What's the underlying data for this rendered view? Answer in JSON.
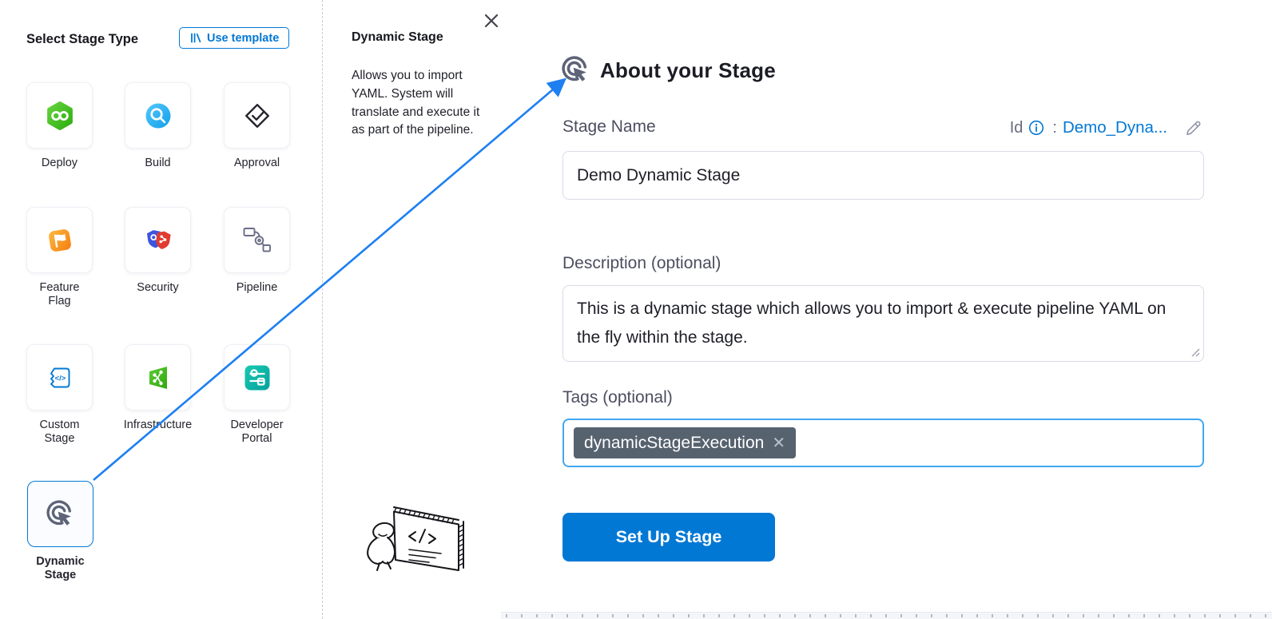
{
  "left_panel": {
    "title": "Select Stage Type",
    "use_template_label": "Use template",
    "stages": [
      {
        "id": "deploy",
        "label": "Deploy"
      },
      {
        "id": "build",
        "label": "Build"
      },
      {
        "id": "approval",
        "label": "Approval"
      },
      {
        "id": "feature-flag",
        "label": "Feature\nFlag"
      },
      {
        "id": "security",
        "label": "Security"
      },
      {
        "id": "pipeline",
        "label": "Pipeline"
      },
      {
        "id": "custom-stage",
        "label": "Custom\nStage"
      },
      {
        "id": "infrastructure",
        "label": "Infrastructure"
      },
      {
        "id": "developer-portal",
        "label": "Developer\nPortal"
      },
      {
        "id": "dynamic-stage",
        "label": "Dynamic\nStage",
        "selected": true
      }
    ]
  },
  "info_panel": {
    "title": "Dynamic Stage",
    "description": "Allows you to import YAML. System will translate and execute it as part of the pipeline."
  },
  "about_form": {
    "heading": "About your Stage",
    "id_label": "Id",
    "id_colon": ":",
    "id_value": "Demo_Dyna...",
    "name_label": "Stage Name",
    "name_value": "Demo Dynamic Stage",
    "description_label": "Description (optional)",
    "description_value": "This is a dynamic stage which allows you to import & execute pipeline YAML on the fly within the stage.",
    "tags_label": "Tags (optional)",
    "tag": "dynamicStageExecution",
    "submit_label": "Set Up Stage"
  },
  "colors": {
    "accent": "#0278d5",
    "arrow": "#1d7ff2",
    "tag_background": "#57626f",
    "selected_tile_border": "#0278d5"
  }
}
